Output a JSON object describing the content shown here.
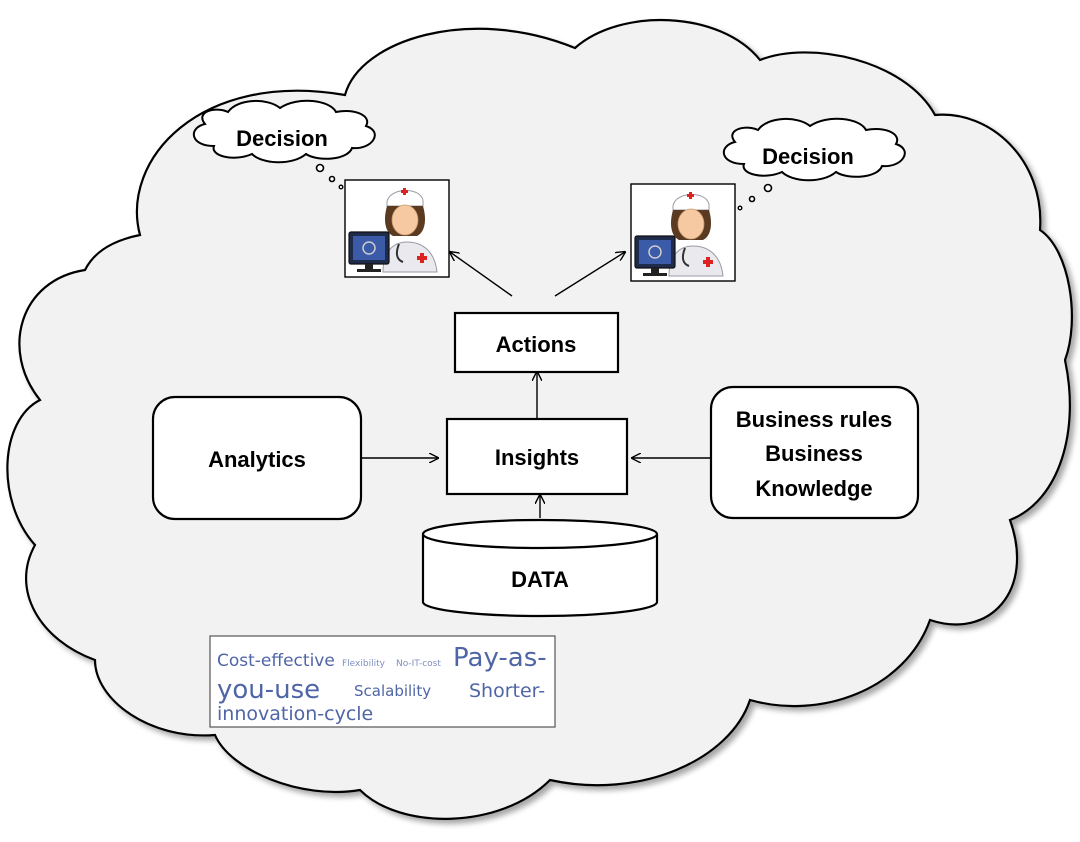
{
  "colors": {
    "cloud_fill": "#f2f2f2",
    "cloud_stroke": "#000000",
    "box_fill": "#ffffff",
    "tag_text": "#4f65a6",
    "tag_text_light": "#7f90c2"
  },
  "nodes": {
    "actions": "Actions",
    "insights": "Insights",
    "analytics": "Analytics",
    "business_lines": [
      "Business rules",
      "Business",
      "Knowledge"
    ],
    "data": "DATA"
  },
  "decisions": {
    "left": "Decision",
    "right": "Decision"
  },
  "icons": {
    "doctor_left": "doctor-with-computer-icon",
    "doctor_right": "doctor-with-computer-icon"
  },
  "tag_cloud": {
    "cost_effective": "Cost-effective",
    "flexibility": "Flexibility",
    "no_it_cost": "No-IT-cost",
    "pay_as": "Pay-as-",
    "you_use": "you-use",
    "scalability": "Scalability",
    "shorter": "Shorter-",
    "innovation_cycle": "innovation-cycle"
  }
}
